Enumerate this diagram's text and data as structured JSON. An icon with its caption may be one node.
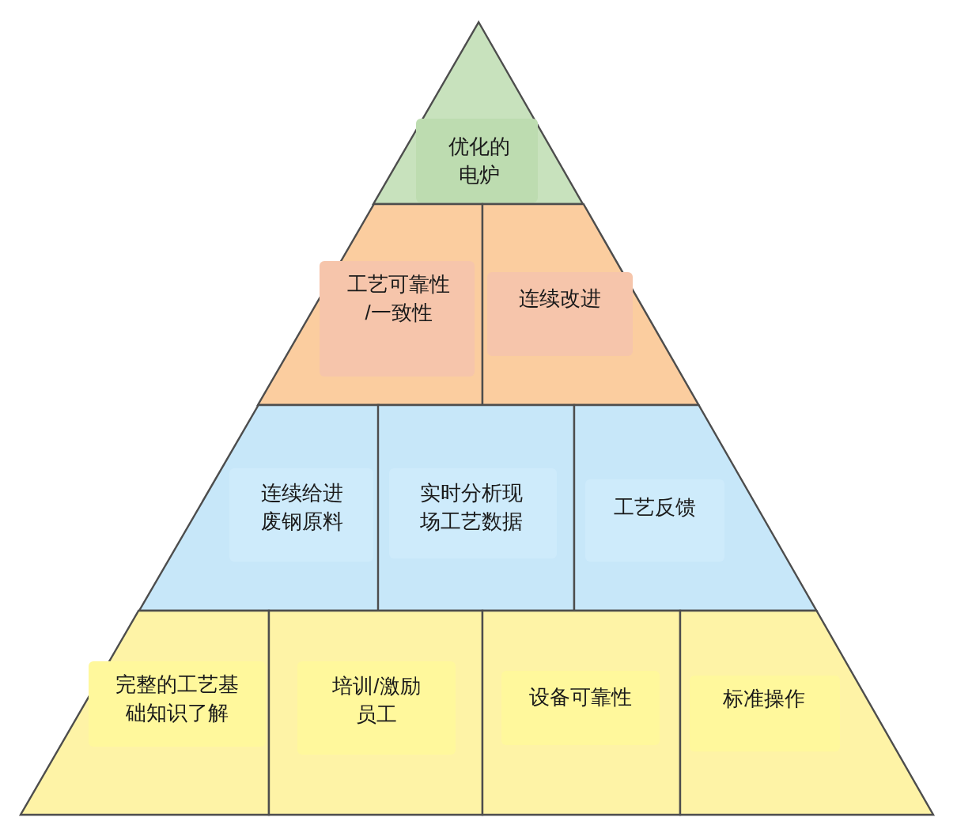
{
  "diagram": {
    "nodes": [
      {
        "text": [
          "优化的电炉"
        ]
      },
      {
        "text": [
          "工艺可靠性/一致性"
        ]
      },
      {
        "text": [
          "连续改进"
        ]
      },
      {
        "text": [
          "连续给进废钢原料"
        ]
      },
      {
        "text": [
          "实时分析现场工艺数据"
        ]
      },
      {
        "text": [
          "工艺反馈"
        ]
      },
      {
        "text": [
          "完整的工艺基础知识了解"
        ]
      },
      {
        "text": [
          "培训/激励员工"
        ]
      },
      {
        "text": [
          "设备可靠性"
        ]
      },
      {
        "text": [
          "标准操作"
        ]
      }
    ]
  }
}
